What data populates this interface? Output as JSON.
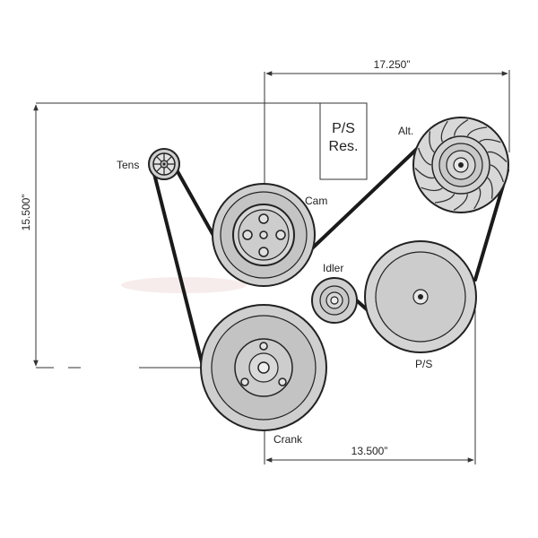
{
  "colors": {
    "background": "#ffffff",
    "pulley_outer": "#cfcfcf",
    "pulley_mid": "#c2c2c2",
    "pulley_hub": "#d9d9d9",
    "pulley_stroke": "#222222",
    "belt": "#1a1a1a",
    "dimension_line": "#333333",
    "reservoir_fill": "#ffffff",
    "shadow": "#f2dede"
  },
  "labels": {
    "tensioner": "Tens",
    "cam": "Cam",
    "alternator": "Alt.",
    "idler": "Idler",
    "power_steering": "P/S",
    "crank": "Crank",
    "reservoir_line1": "P/S",
    "reservoir_line2": "Res."
  },
  "dimensions": {
    "top_width": "17.250”",
    "left_height": "15.500”",
    "bottom_width": "13.500”"
  },
  "icons": {
    "belt_path": "serpentine-belt-icon",
    "alternator_fan": "fan-blades-icon"
  }
}
